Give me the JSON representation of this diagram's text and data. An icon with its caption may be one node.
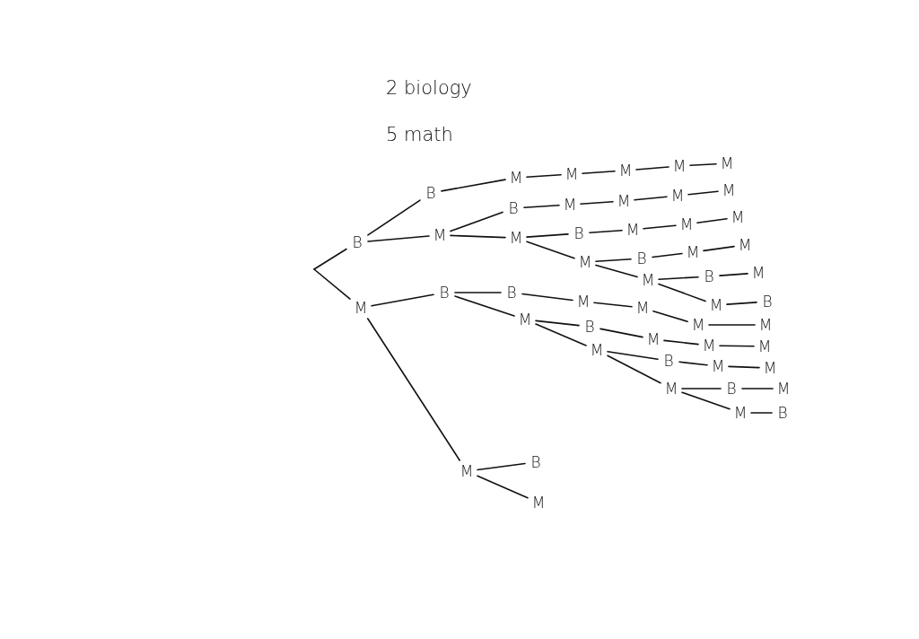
{
  "diagram": {
    "nodes": [
      {
        "text": [
          "B"
        ]
      },
      {
        "text": [
          "M"
        ]
      },
      {
        "text": [
          "B"
        ]
      },
      {
        "text": [
          "M"
        ]
      },
      {
        "text": [
          "M"
        ]
      },
      {
        "text": [
          "M"
        ]
      },
      {
        "text": [
          "M"
        ]
      },
      {
        "text": [
          "M"
        ]
      },
      {
        "text": [
          "M"
        ]
      },
      {
        "text": [
          "B"
        ]
      },
      {
        "text": [
          "M"
        ]
      },
      {
        "text": [
          "M"
        ]
      },
      {
        "text": [
          "M"
        ]
      },
      {
        "text": [
          "M"
        ]
      },
      {
        "text": [
          "M"
        ]
      },
      {
        "text": [
          "B"
        ]
      },
      {
        "text": [
          "M"
        ]
      },
      {
        "text": [
          "M"
        ]
      },
      {
        "text": [
          "M"
        ]
      },
      {
        "text": [
          "M"
        ]
      },
      {
        "text": [
          "B"
        ]
      },
      {
        "text": [
          "M"
        ]
      },
      {
        "text": [
          "M"
        ]
      },
      {
        "text": [
          "M"
        ]
      },
      {
        "text": [
          "B"
        ]
      },
      {
        "text": [
          "M"
        ]
      },
      {
        "text": [
          "M"
        ]
      },
      {
        "text": [
          "B"
        ]
      },
      {
        "text": [
          "B"
        ]
      },
      {
        "text": [
          "B"
        ]
      },
      {
        "text": [
          "M"
        ]
      },
      {
        "text": [
          "M"
        ]
      },
      {
        "text": [
          "M"
        ]
      },
      {
        "text": [
          "M"
        ]
      },
      {
        "text": [
          "M"
        ]
      },
      {
        "text": [
          "B"
        ]
      },
      {
        "text": [
          "M"
        ]
      },
      {
        "text": [
          "M"
        ]
      },
      {
        "text": [
          "M"
        ]
      },
      {
        "text": [
          "M"
        ]
      },
      {
        "text": [
          "B"
        ]
      },
      {
        "text": [
          "M"
        ]
      },
      {
        "text": [
          "M"
        ]
      },
      {
        "text": [
          "M"
        ]
      },
      {
        "text": [
          "B"
        ]
      },
      {
        "text": [
          "M"
        ]
      },
      {
        "text": [
          "M"
        ]
      },
      {
        "text": [
          "B"
        ]
      },
      {
        "text": [
          "M"
        ]
      },
      {
        "text": [
          "B"
        ]
      },
      {
        "text": [
          "M"
        ]
      }
    ],
    "edges": [
      {
        "from": null,
        "to": 0,
        "arrow": "none"
      },
      {
        "from": null,
        "to": 1,
        "arrow": "none"
      },
      {
        "from": 0,
        "to": 2,
        "arrow": "none"
      },
      {
        "from": 0,
        "to": 3,
        "arrow": "none"
      },
      {
        "from": 2,
        "to": 4,
        "arrow": "none"
      },
      {
        "from": 4,
        "to": 5,
        "arrow": "none"
      },
      {
        "from": 5,
        "to": 6,
        "arrow": "none"
      },
      {
        "from": 6,
        "to": 7,
        "arrow": "none"
      },
      {
        "from": 7,
        "to": 8,
        "arrow": "none"
      },
      {
        "from": 3,
        "to": 9,
        "arrow": "none"
      },
      {
        "from": 9,
        "to": 10,
        "arrow": "none"
      },
      {
        "from": 10,
        "to": 11,
        "arrow": "none"
      },
      {
        "from": 11,
        "to": 12,
        "arrow": "none"
      },
      {
        "from": 12,
        "to": 13,
        "arrow": "none"
      },
      {
        "from": 3,
        "to": 14,
        "arrow": "none"
      },
      {
        "from": 14,
        "to": 15,
        "arrow": "none"
      },
      {
        "from": 15,
        "to": 16,
        "arrow": "none"
      },
      {
        "from": 16,
        "to": 17,
        "arrow": "none"
      },
      {
        "from": 17,
        "to": 18,
        "arrow": "none"
      },
      {
        "from": 14,
        "to": 19,
        "arrow": "none"
      },
      {
        "from": 19,
        "to": 20,
        "arrow": "none"
      },
      {
        "from": 20,
        "to": 21,
        "arrow": "none"
      },
      {
        "from": 21,
        "to": 22,
        "arrow": "none"
      },
      {
        "from": 19,
        "to": 23,
        "arrow": "none"
      },
      {
        "from": 23,
        "to": 24,
        "arrow": "none"
      },
      {
        "from": 24,
        "to": 25,
        "arrow": "none"
      },
      {
        "from": 23,
        "to": 26,
        "arrow": "none"
      },
      {
        "from": 26,
        "to": 27,
        "arrow": "none"
      },
      {
        "from": 1,
        "to": 28,
        "arrow": "none"
      },
      {
        "from": 28,
        "to": 29,
        "arrow": "none"
      },
      {
        "from": 29,
        "to": 30,
        "arrow": "none"
      },
      {
        "from": 30,
        "to": 31,
        "arrow": "none"
      },
      {
        "from": 31,
        "to": 32,
        "arrow": "none"
      },
      {
        "from": 32,
        "to": 33,
        "arrow": "none"
      },
      {
        "from": 28,
        "to": 34,
        "arrow": "none"
      },
      {
        "from": 34,
        "to": 35,
        "arrow": "none"
      },
      {
        "from": 35,
        "to": 36,
        "arrow": "none"
      },
      {
        "from": 36,
        "to": 37,
        "arrow": "none"
      },
      {
        "from": 37,
        "to": 38,
        "arrow": "none"
      },
      {
        "from": 34,
        "to": 39,
        "arrow": "none"
      },
      {
        "from": 39,
        "to": 40,
        "arrow": "none"
      },
      {
        "from": 40,
        "to": 41,
        "arrow": "none"
      },
      {
        "from": 41,
        "to": 42,
        "arrow": "none"
      },
      {
        "from": 39,
        "to": 43,
        "arrow": "none"
      },
      {
        "from": 43,
        "to": 44,
        "arrow": "none"
      },
      {
        "from": 44,
        "to": 45,
        "arrow": "none"
      },
      {
        "from": 43,
        "to": 46,
        "arrow": "none"
      },
      {
        "from": 46,
        "to": 47,
        "arrow": "none"
      },
      {
        "from": 1,
        "to": 48,
        "arrow": "none"
      },
      {
        "from": 48,
        "to": 49,
        "arrow": "none"
      },
      {
        "from": 48,
        "to": 50,
        "arrow": "none"
      }
    ],
    "labels": [
      "2 biology",
      "5 math"
    ]
  }
}
